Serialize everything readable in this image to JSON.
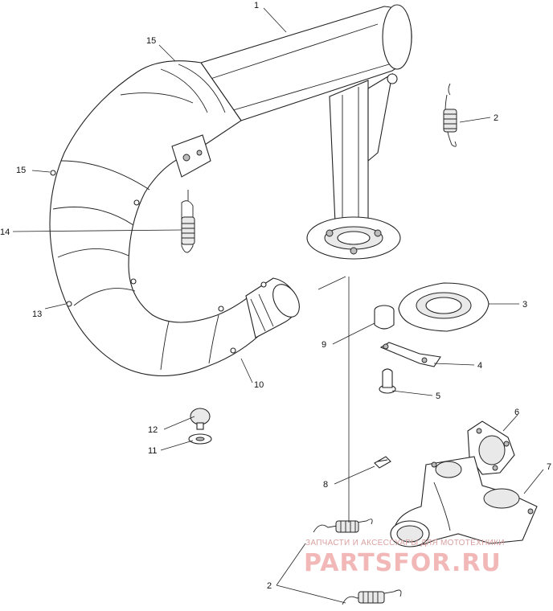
{
  "labels": {
    "l1": "1",
    "l2a": "2",
    "l2b": "2",
    "l3": "3",
    "l4": "4",
    "l5": "5",
    "l6": "6",
    "l7": "7",
    "l8": "8",
    "l9": "9",
    "l10": "10",
    "l11": "11",
    "l12": "12",
    "l13": "13",
    "l14": "14",
    "l15a": "15",
    "l15b": "15"
  },
  "watermark": {
    "subtitle": "ЗАПЧАСТИ И АКСЕССУАРЫ ДЛЯ МОТОТЕХНИКИ",
    "brand": "PARTSFOR.RU"
  }
}
